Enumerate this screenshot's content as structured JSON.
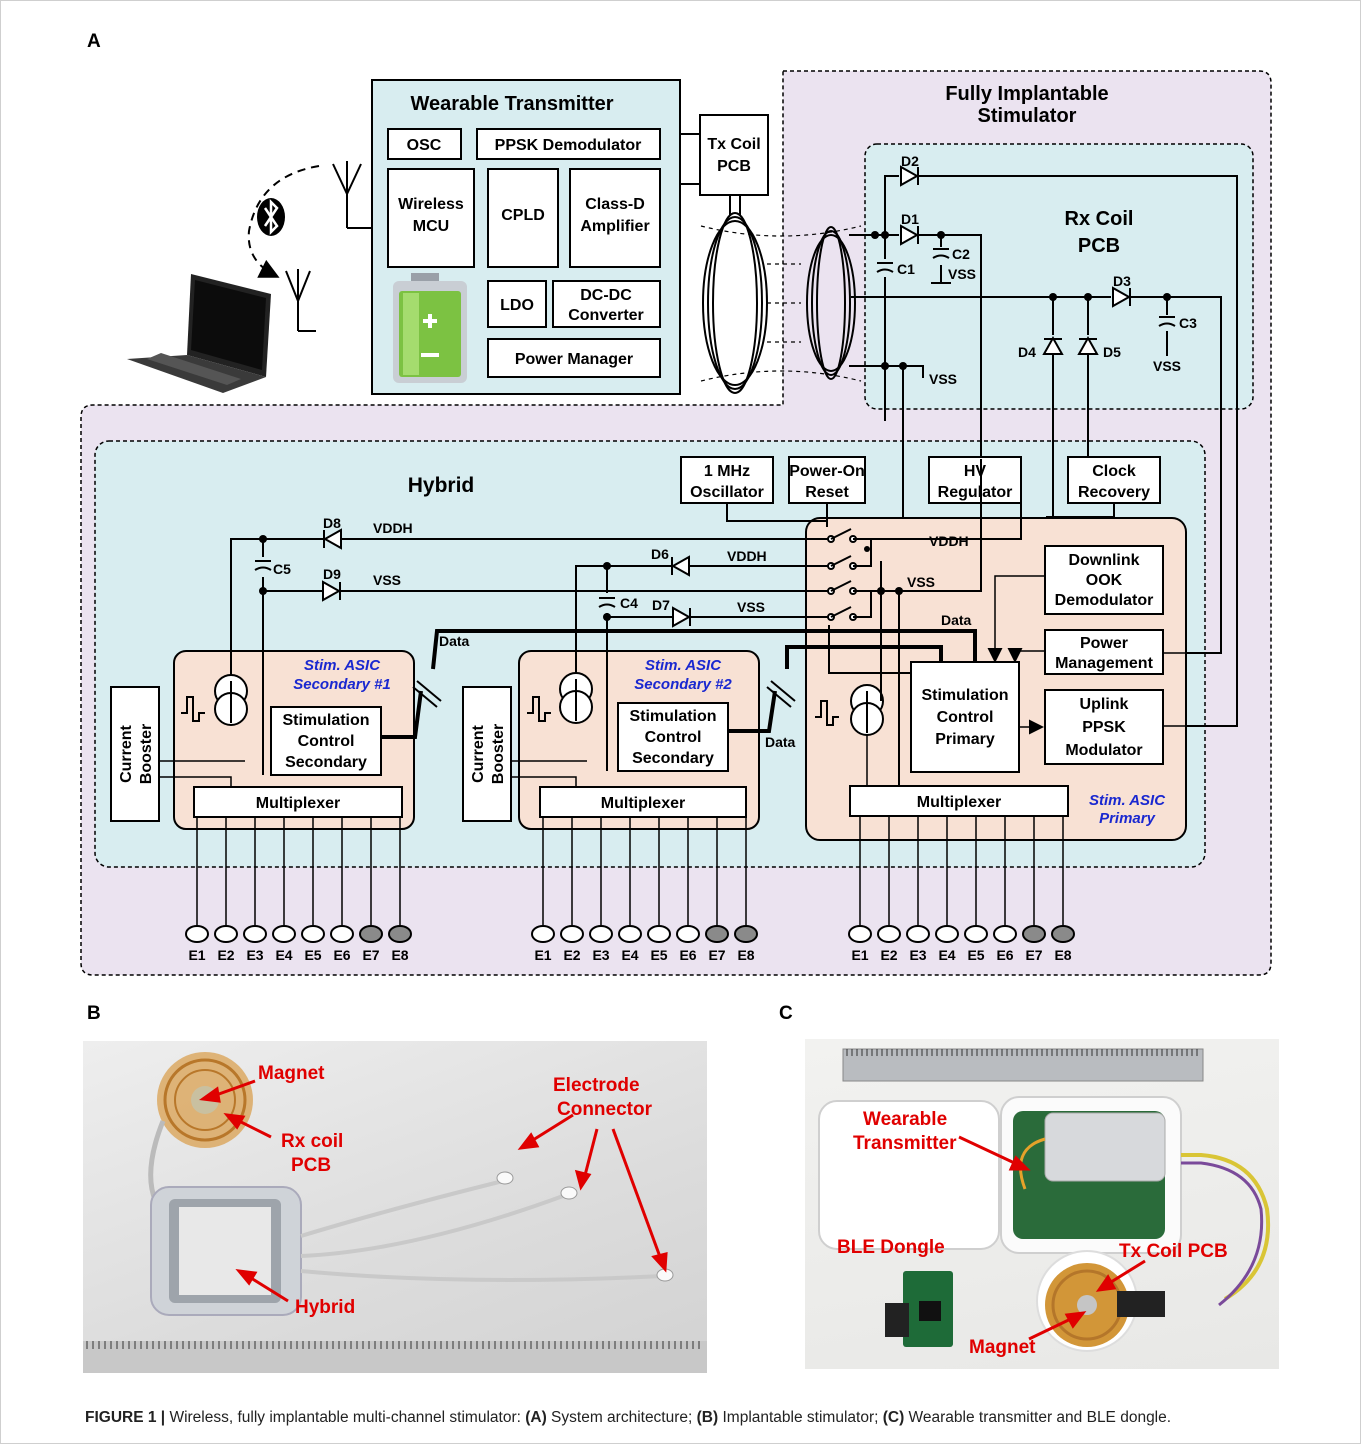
{
  "panels": {
    "a": "A",
    "b": "B",
    "c": "C"
  },
  "panelA": {
    "wearable_title": "Wearable Transmitter",
    "osc": "OSC",
    "ppsk_demod": "PPSK Demodulator",
    "wireless_mcu_1": "Wireless",
    "wireless_mcu_2": "MCU",
    "cpld": "CPLD",
    "classd_1": "Class-D",
    "classd_2": "Amplifier",
    "ldo": "LDO",
    "dcdc_1": "DC-DC",
    "dcdc_2": "Converter",
    "power_manager": "Power Manager",
    "txcoil_1": "Tx Coil",
    "txcoil_2": "PCB",
    "implant_title_1": "Fully Implantable",
    "implant_title_2": "Stimulator",
    "rxcoil_1": "Rx Coil",
    "rxcoil_2": "PCB",
    "hybrid": "Hybrid",
    "osc1m_1": "1 MHz",
    "osc1m_2": "Oscillator",
    "por_1": "Power-On",
    "por_2": "Reset",
    "hv_1": "HV",
    "hv_2": "Regulator",
    "clk_1": "Clock",
    "clk_2": "Recovery",
    "downlink_1": "Downlink",
    "downlink_2": "OOK",
    "downlink_3": "Demodulator",
    "pwrmgmt_1": "Power",
    "pwrmgmt_2": "Management",
    "uplink_1": "Uplink",
    "uplink_2": "PPSK",
    "uplink_3": "Modulator",
    "scp_1": "Stimulation",
    "scp_2": "Control",
    "scp_3": "Primary",
    "scs_1": "Stimulation",
    "scs_2": "Control",
    "scs_3": "Secondary",
    "multiplexer": "Multiplexer",
    "current": "Current",
    "booster": "Booster",
    "sec1_1": "Stim. ASIC",
    "sec1_2": "Secondary #1",
    "sec2_1": "Stim. ASIC",
    "sec2_2": "Secondary #2",
    "prim_1": "Stim. ASIC",
    "prim_2": "Primary",
    "data": "Data",
    "vddh": "VDDH",
    "vss": "VSS",
    "diodes": [
      "D1",
      "D2",
      "D3",
      "D4",
      "D5",
      "D6",
      "D7",
      "D8",
      "D9"
    ],
    "caps": [
      "C1",
      "C2",
      "C3",
      "C4",
      "C5"
    ],
    "electrodes": [
      "E1",
      "E2",
      "E3",
      "E4",
      "E5",
      "E6",
      "E7",
      "E8"
    ]
  },
  "panelB": {
    "magnet": "Magnet",
    "rxcoil_1": "Rx coil",
    "rxcoil_2": "PCB",
    "hybrid": "Hybrid",
    "electrode_1": "Electrode",
    "electrode_2": "Connector"
  },
  "panelC": {
    "wearable_1": "Wearable",
    "wearable_2": "Transmitter",
    "ble": "BLE Dongle",
    "txcoil": "Tx Coil PCB",
    "magnet": "Magnet"
  },
  "caption": {
    "fig": "FIGURE 1 |",
    "text1": " Wireless, fully implantable multi-channel stimulator: ",
    "a": "(A)",
    "text2": " System architecture; ",
    "b": "(B)",
    "text3": " Implantable stimulator; ",
    "c": "(C)",
    "text4": " Wearable transmitter and BLE dongle."
  },
  "colors": {
    "purple": "#ebe3f0",
    "lightblue": "#d8edf0",
    "peach": "#f8e1d4",
    "red": "#e00000",
    "blue": "#1a28d0"
  }
}
